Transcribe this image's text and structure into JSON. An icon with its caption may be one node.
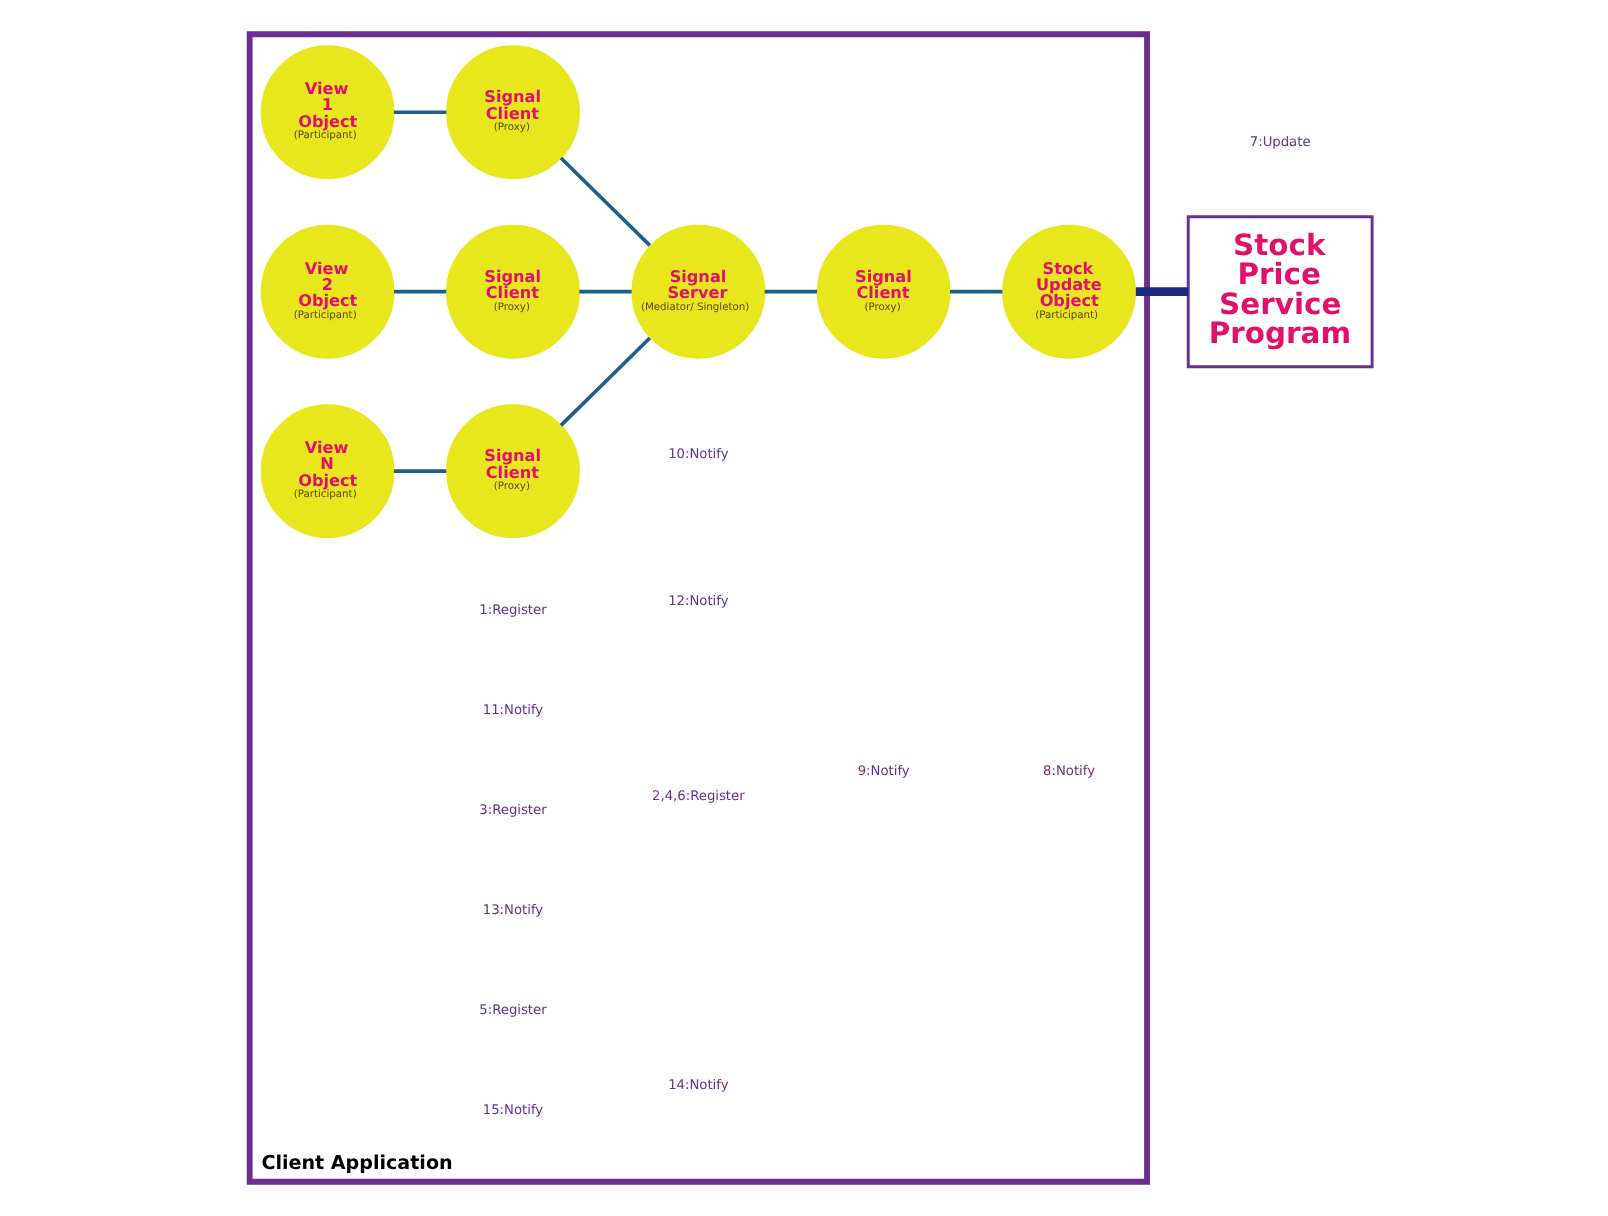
{
  "diagram": {
    "nodes": [
      {
        "text": [
          "Client Application"
        ]
      },
      {
        "text": [
          "View 1 Object",
          "(Participant)"
        ],
        "in": 0
      },
      {
        "text": [
          "Signal Client",
          "(Proxy)"
        ],
        "in": 0
      },
      {
        "text": [
          "View 2 Object",
          "(Participant)"
        ],
        "in": 0
      },
      {
        "text": [
          "Signal Client",
          "(Proxy)"
        ],
        "in": 0
      },
      {
        "text": [
          "Signal Server",
          "(Mediator/ Singleton)"
        ],
        "in": 0
      },
      {
        "text": [
          "Signal Client",
          "(Proxy)"
        ],
        "in": 0
      },
      {
        "text": [
          "Stock Update Object",
          "(Participant)"
        ],
        "in": 0
      },
      {
        "text": [
          "View N Object",
          "(Participant)"
        ],
        "in": 0
      },
      {
        "text": [
          "Signal Client",
          "(Proxy)"
        ],
        "in": 0
      },
      {
        "text": [
          "Stock Price Service Program"
        ]
      }
    ],
    "edges": [
      {
        "from": 1,
        "to": 2,
        "arrow": "none"
      },
      {
        "from": 2,
        "to": 5,
        "arrow": "none"
      },
      {
        "from": 3,
        "to": 4,
        "arrow": "none"
      },
      {
        "from": 4,
        "to": 5,
        "arrow": "none"
      },
      {
        "from": 8,
        "to": 9,
        "arrow": "none"
      },
      {
        "from": 9,
        "to": 5,
        "arrow": "none"
      },
      {
        "from": 5,
        "to": 6,
        "arrow": "none"
      },
      {
        "from": 6,
        "to": 7,
        "arrow": "none"
      },
      {
        "from": 7,
        "to": 10,
        "arrow": "none",
        "style": "thick",
        "color": "#1a2a80"
      }
    ],
    "labels": [
      "1:Register",
      "11:Notify",
      "10:Notify",
      "3:Register",
      "12:Notify",
      "13:Notify",
      "2,4,6:Register",
      "9:Notify",
      "8:Notify",
      "7:Update",
      "14:Notify",
      "5:Register",
      "15:Notify"
    ]
  }
}
